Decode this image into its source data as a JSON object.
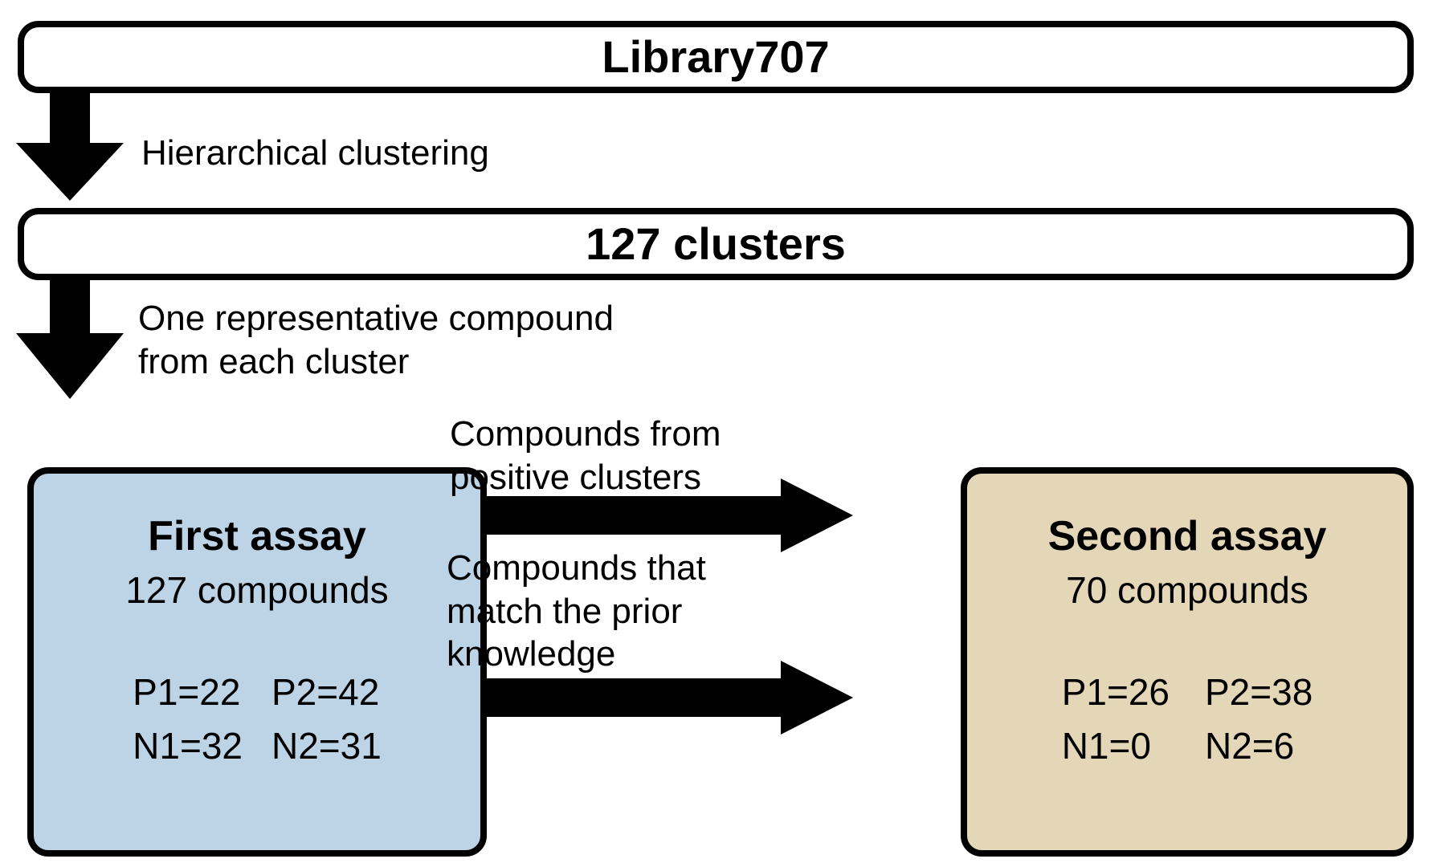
{
  "diagram": {
    "title_boxes": [
      {
        "id": "library",
        "label": "Library707"
      },
      {
        "id": "clusters",
        "label": "127 clusters"
      }
    ],
    "edge_labels": {
      "hierarchical_clustering": "Hierarchical clustering",
      "one_representative": "One representative compound\nfrom each cluster",
      "positive_clusters": "Compounds from\npositive clusters",
      "prior_knowledge": "Compounds that\nmatch the prior\nknowledge"
    },
    "first_assay": {
      "title": "First assay",
      "subtitle": "127 compounds",
      "stats": [
        {
          "label": "P1=22"
        },
        {
          "label": "P2=42"
        },
        {
          "label": "N1=32"
        },
        {
          "label": "N2=31"
        }
      ],
      "fill_color": "#bdd3e6"
    },
    "second_assay": {
      "title": "Second assay",
      "subtitle": "70 compounds",
      "stats": [
        {
          "label": "P1=26"
        },
        {
          "label": "P2=38"
        },
        {
          "label": "N1=0"
        },
        {
          "label": "N2=6"
        }
      ],
      "fill_color": "#e3d7b7"
    },
    "stroke_color": "#000000",
    "background_color": "#ffffff"
  }
}
